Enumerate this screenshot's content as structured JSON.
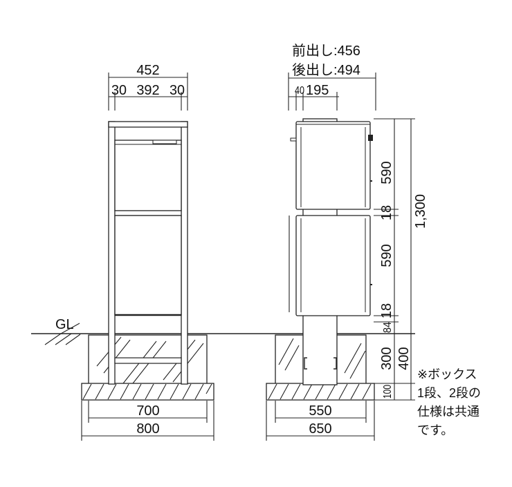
{
  "front": {
    "width_total": "452",
    "width_parts": [
      "30",
      "392",
      "30"
    ],
    "base_inner": "700",
    "base_outer": "800",
    "ground_label": "GL"
  },
  "side": {
    "depth_front": "前出し:456",
    "depth_rear": "後出し:494",
    "top_parts": [
      "40",
      "195"
    ],
    "heights": [
      "590",
      "18",
      "590",
      "18",
      "84"
    ],
    "total_height": "1,300",
    "foundation": [
      "300",
      "400",
      "100"
    ],
    "base_inner": "550",
    "base_outer": "650"
  },
  "note": {
    "lines": [
      "※ボックス",
      "1段、2段の",
      "仕様は共通",
      "です。"
    ]
  }
}
